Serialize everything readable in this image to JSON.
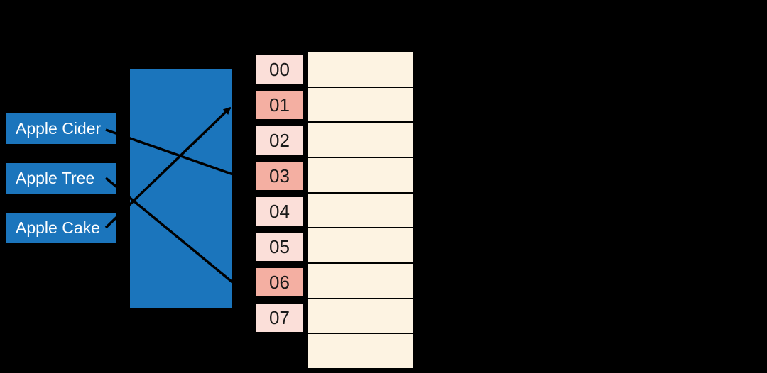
{
  "diagram": {
    "kind": "hash-table-mapping",
    "keys": [
      {
        "text": "Apple Cider",
        "maps_to_index": "03"
      },
      {
        "text": "Apple Tree",
        "maps_to_index": "06"
      },
      {
        "text": "Apple Cake",
        "maps_to_index": "01"
      }
    ],
    "table": {
      "indices": [
        {
          "label": "00",
          "highlighted": false
        },
        {
          "label": "01",
          "highlighted": true
        },
        {
          "label": "02",
          "highlighted": false
        },
        {
          "label": "03",
          "highlighted": true
        },
        {
          "label": "04",
          "highlighted": false
        },
        {
          "label": "05",
          "highlighted": false
        },
        {
          "label": "06",
          "highlighted": true
        },
        {
          "label": "07",
          "highlighted": false
        }
      ],
      "bucket_row_count": 9,
      "bucket_cell_values": [
        "",
        "",
        "",
        "",
        "",
        "",
        "",
        "",
        ""
      ]
    },
    "colors": {
      "background": "#000000",
      "blue": "#1B75BC",
      "label_text": "#FFFFFF",
      "index_cell": "#FBDFD9",
      "index_cell_highlight": "#F4AFA2",
      "index_text": "#1A1A1A",
      "bucket_cell": "#FDF3E2",
      "line": "#000000"
    }
  }
}
